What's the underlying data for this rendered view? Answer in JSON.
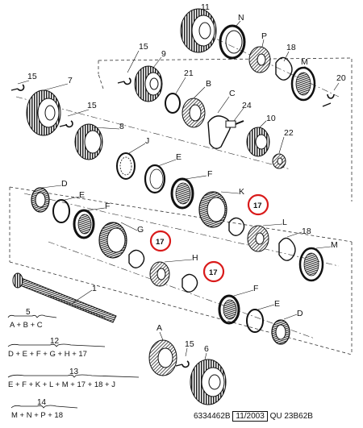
{
  "parts": {
    "p11": "11",
    "pN": "N",
    "pP": "P",
    "p18a": "18",
    "pM1": "M",
    "p20": "20",
    "p15a": "15",
    "p9": "9",
    "p21": "21",
    "pB": "B",
    "pC": "C",
    "p24": "24",
    "p15b": "15",
    "p7": "7",
    "p15c": "15",
    "p8": "8",
    "p10": "10",
    "p22": "22",
    "pJ": "J",
    "pE1": "E",
    "pF1": "F",
    "pD1": "D",
    "pE2": "E",
    "pF2": "F",
    "pK": "K",
    "p17a": "17",
    "pL": "L",
    "pG": "G",
    "p17b": "17",
    "p18b": "18",
    "pM2": "M",
    "pH": "H",
    "p17c": "17",
    "p1": "1",
    "pF3": "F",
    "pE3": "E",
    "pD2": "D",
    "pA": "A",
    "p15d": "15",
    "p6": "6"
  },
  "kits": [
    {
      "num": "5",
      "formula": "A + B + C"
    },
    {
      "num": "12",
      "formula": "D + E + F + G + H + 17"
    },
    {
      "num": "13",
      "formula": "E + F + K + L + M + 17 + 18 + J"
    },
    {
      "num": "14",
      "formula": "M + N + P + 18"
    }
  ],
  "footer": {
    "drawing_no": "6334462B",
    "date": "11/2003",
    "ref": "QU 23B62B"
  },
  "colors": {
    "ink": "#111111",
    "highlight": "#d91a1a",
    "paper": "#ffffff"
  }
}
